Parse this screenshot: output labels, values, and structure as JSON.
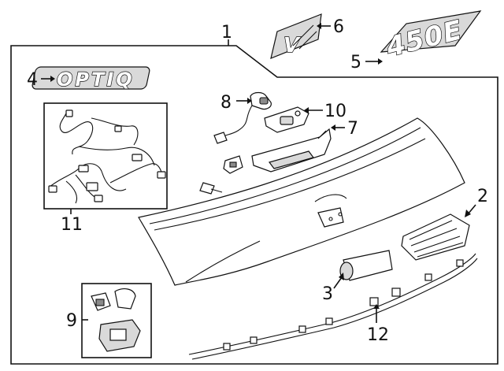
{
  "diagram": {
    "callouts": {
      "c1": "1",
      "c2": "2",
      "c3": "3",
      "c4": "4",
      "c5": "5",
      "c6": "6",
      "c7": "7",
      "c8": "8",
      "c9": "9",
      "c10": "10",
      "c11": "11",
      "c12": "12"
    },
    "emblems": {
      "optiq": "OPTIQ",
      "v_series": "V",
      "model": "450E"
    }
  }
}
